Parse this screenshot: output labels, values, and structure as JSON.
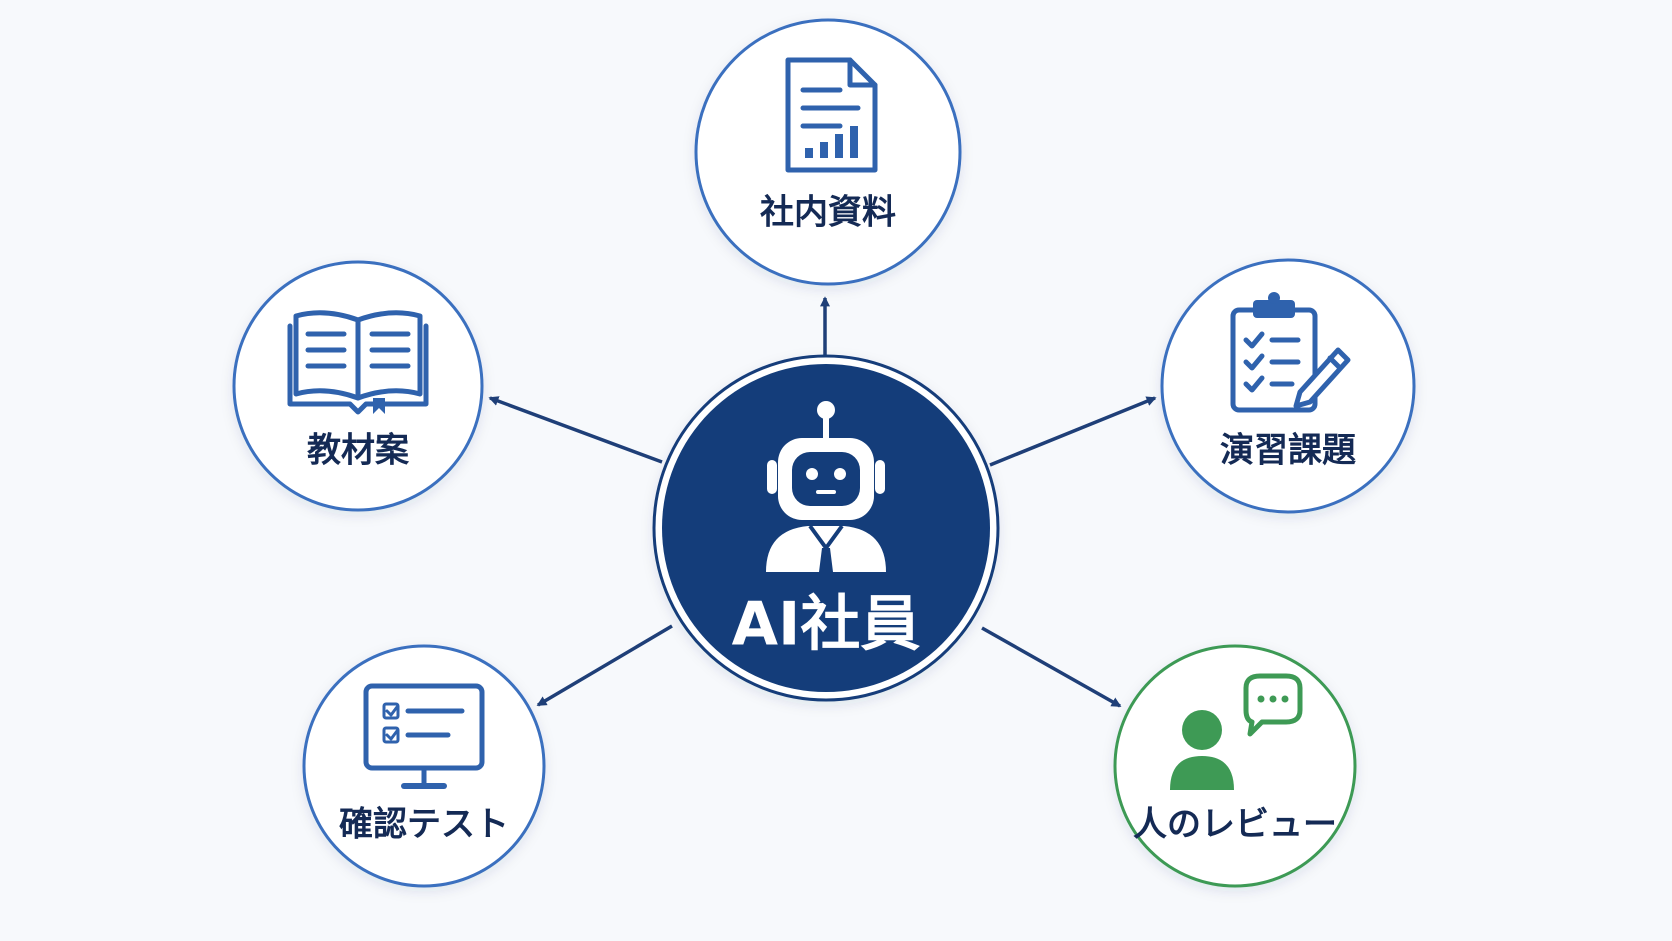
{
  "colors": {
    "background": "#f7f9fc",
    "primary_navy": "#143d7a",
    "node_border_blue": "#3a6fbf",
    "icon_blue": "#2f62ad",
    "label_navy": "#142a55",
    "review_green": "#3e9a55",
    "arrow": "#1f3f78"
  },
  "center": {
    "label": "AI社員",
    "icon": "robot-employee-icon"
  },
  "nodes": [
    {
      "id": "internal-docs",
      "label": "社内資料",
      "icon": "document-chart-icon",
      "accent": "blue"
    },
    {
      "id": "course-draft",
      "label": "教材案",
      "icon": "open-book-icon",
      "accent": "blue"
    },
    {
      "id": "exercises",
      "label": "演習課題",
      "icon": "clipboard-checklist-pencil-icon",
      "accent": "blue"
    },
    {
      "id": "quiz",
      "label": "確認テスト",
      "icon": "monitor-checklist-icon",
      "accent": "blue"
    },
    {
      "id": "human-review",
      "label": "人のレビュー",
      "icon": "person-speech-bubble-icon",
      "accent": "green"
    }
  ]
}
